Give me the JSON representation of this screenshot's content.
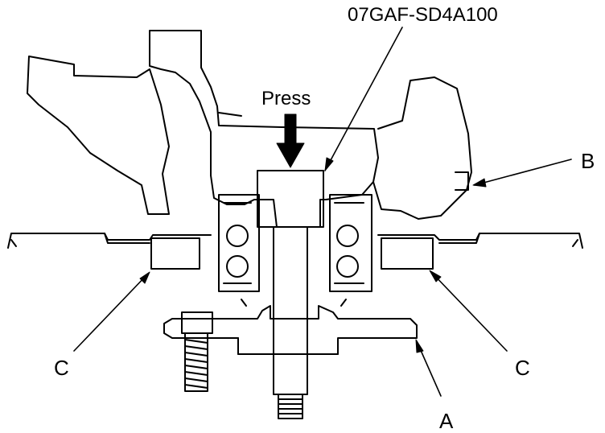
{
  "labels": {
    "tool_number": "07GAF-SD4A100",
    "press": "Press",
    "a": "A",
    "b": "B",
    "c_left": "C",
    "c_right": "C"
  }
}
